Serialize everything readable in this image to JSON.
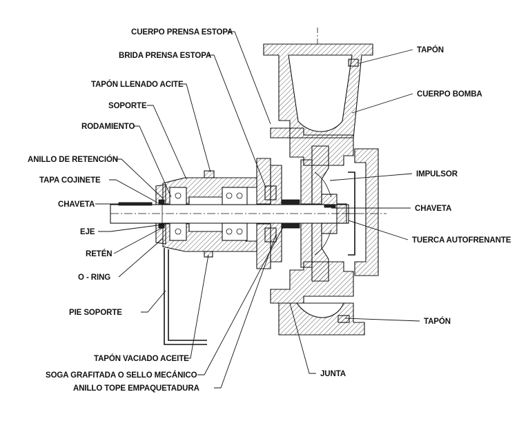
{
  "labels": {
    "cuerpo_prensa_estopa": "CUERPO PRENSA ESTOPA",
    "brida_prensa_estopa": "BRIDA PRENSA ESTOPA",
    "tapon_llenado_aceite": "TAPÓN LLENADO ACITE",
    "soporte": "SOPORTE",
    "rodamiento": "RODAMIENTO",
    "anillo_retencion": "ANILLO DE RETENCIÓN",
    "tapa_cojinete": "TAPA COJINETE",
    "chaveta_left": "CHAVETA",
    "eje": "EJE",
    "reten": "RETÉN",
    "o_ring": "O - RING",
    "pie_soporte": "PIE SOPORTE",
    "tapon_vaciado_aceite": "TAPÓN VACIADO ACEITE",
    "soga_grafitada": "SOGA GRAFITADA O SELLO MECÁNICO",
    "anillo_tope": "ANILLO TOPE EMPAQUETADURA",
    "tapon_top": "TAPÓN",
    "cuerpo_bomba": "CUERPO BOMBA",
    "impulsor": "IMPULSOR",
    "chaveta_right": "CHAVETA",
    "tuerca_autofrenante": "TUERCA AUTOFRENANTE",
    "tapon_bottom": "TAPÓN",
    "junta": "JUNTA"
  },
  "colors": {
    "line": "#111111",
    "background": "#ffffff"
  }
}
